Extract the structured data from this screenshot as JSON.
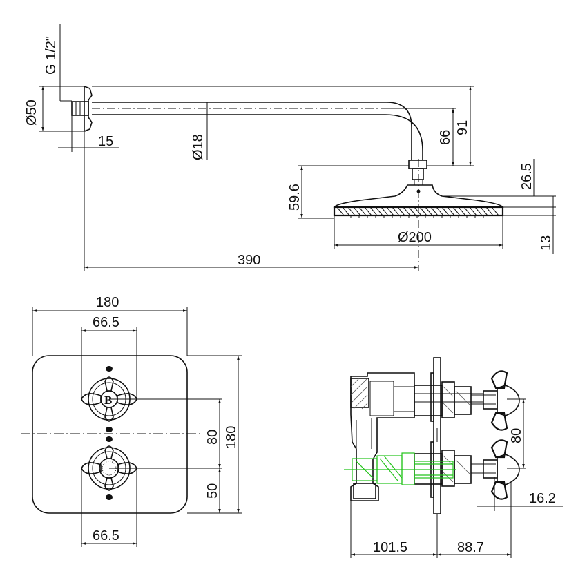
{
  "dims": {
    "thread": "G 1/2\"",
    "flange_dia": "Ø50",
    "flange_depth": "15",
    "arm_dia": "Ø18",
    "arm_length": "390",
    "drop_66": "66",
    "drop_91": "91",
    "head_gap": "26.5",
    "head_height": "59.6",
    "head_dia": "Ø200",
    "head_thick": "13",
    "plate_width": "180",
    "handle_span_top": "66.5",
    "handle_span_bottom": "66.5",
    "handle_centers": "80",
    "plate_height": "180",
    "handle_bottom_offset": "50",
    "side_centers": "80",
    "side_depth": "16.2",
    "body_depth": "101.5",
    "handle_depth": "88.7"
  },
  "colors": {
    "line": "#111111",
    "highlight": "#22c31a"
  }
}
